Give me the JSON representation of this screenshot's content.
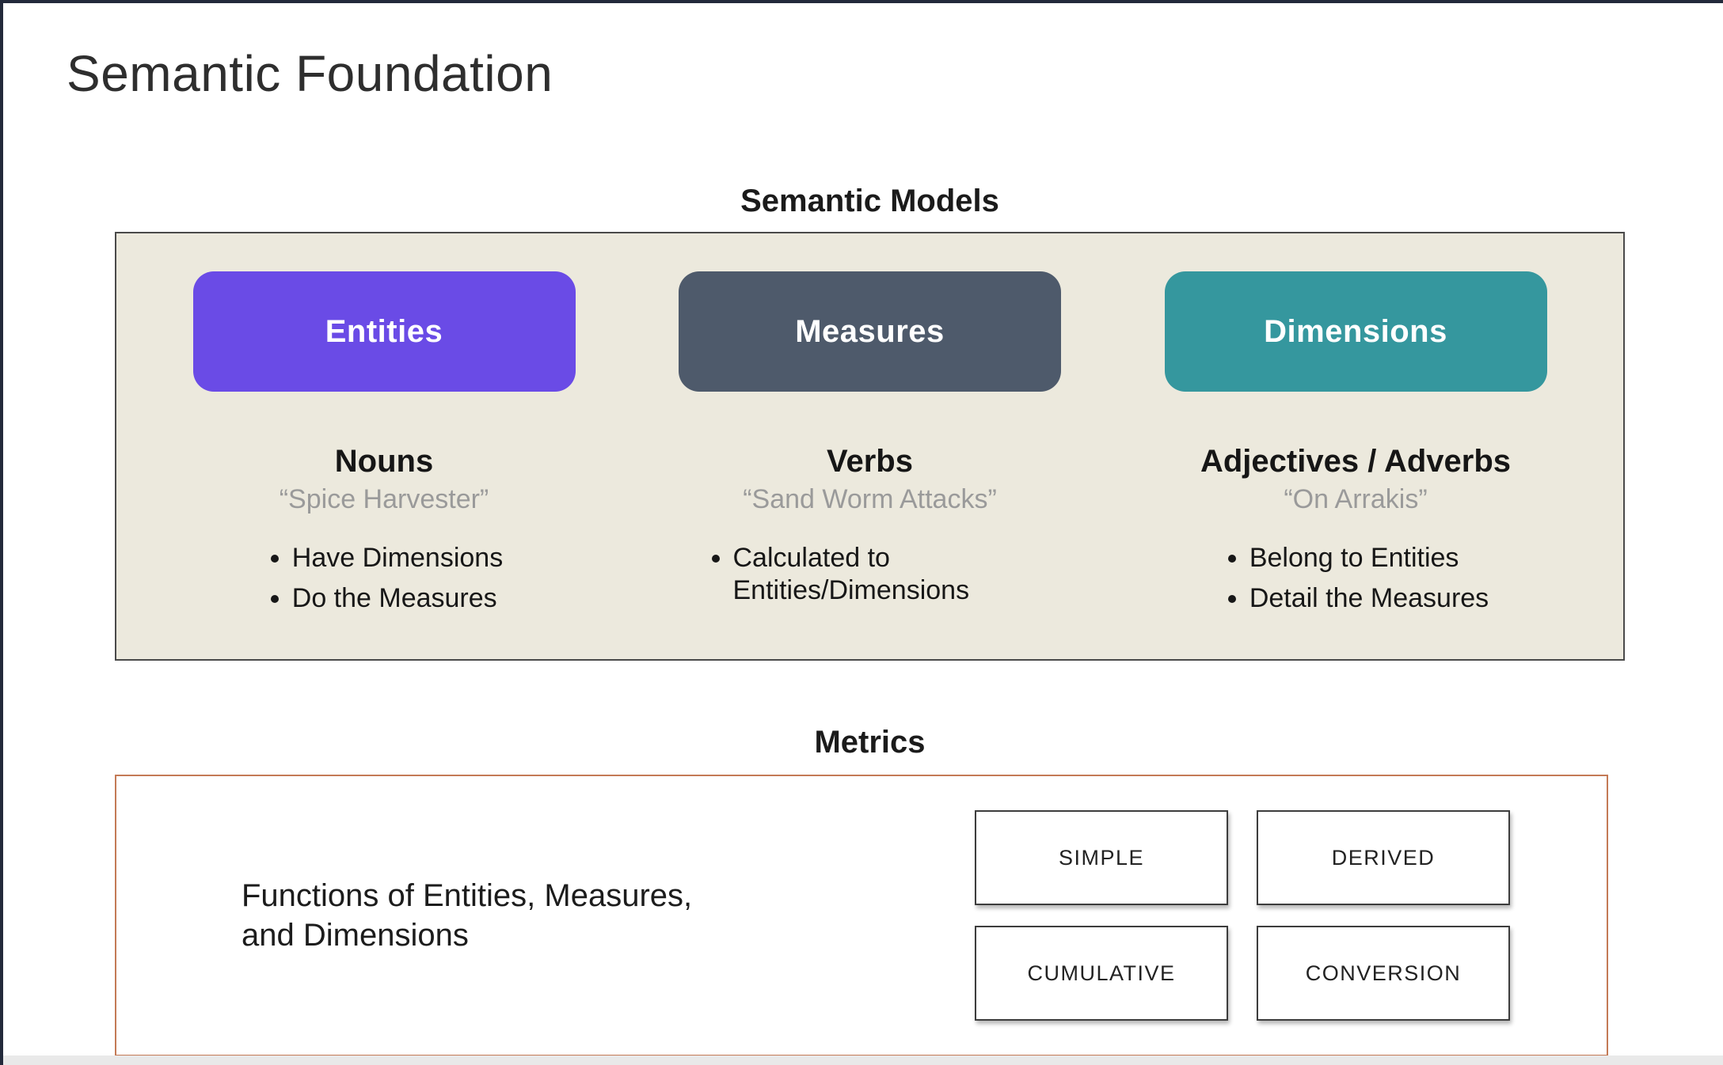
{
  "page": {
    "title": "Semantic Foundation"
  },
  "semantic_models": {
    "heading": "Semantic Models",
    "panel_bg": "#ece9dd",
    "columns": [
      {
        "pill": "Entities",
        "pill_color": "#6a4be6",
        "role": "Nouns",
        "quote": "“Spice Harvester”",
        "bullets": [
          "Have Dimensions",
          "Do the Measures"
        ]
      },
      {
        "pill": "Measures",
        "pill_color": "#4e5a6b",
        "role": "Verbs",
        "quote": "“Sand Worm Attacks”",
        "bullets": [
          "Calculated to Entities/Dimensions"
        ]
      },
      {
        "pill": "Dimensions",
        "pill_color": "#35979e",
        "role": "Adjectives / Adverbs",
        "quote": "“On Arrakis”",
        "bullets": [
          "Belong to Entities",
          "Detail the Measures"
        ]
      }
    ]
  },
  "metrics": {
    "heading": "Metrics",
    "border_color": "#c47a56",
    "description": "Functions of Entities, Measures,\nand Dimensions",
    "types": [
      "SIMPLE",
      "DERIVED",
      "CUMULATIVE",
      "CONVERSION"
    ]
  }
}
